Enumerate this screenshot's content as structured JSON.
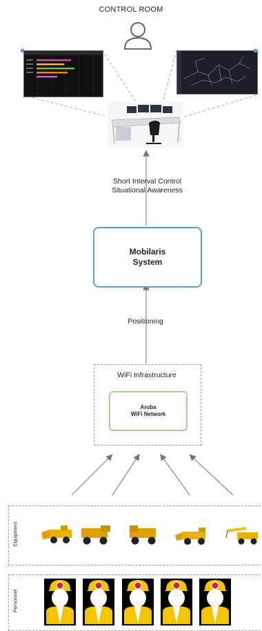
{
  "header": {
    "title": "CONTROL ROOM"
  },
  "control_room": {
    "caption_line1": "Short Interval Control",
    "caption_line2": "Situational Awareness"
  },
  "mobilaris": {
    "line1": "Mobilaris",
    "line2": "System"
  },
  "positioning": {
    "label": "Positioning"
  },
  "wifi": {
    "title": "WiFi Infrastructure",
    "aruba_line1": "Aruba",
    "aruba_line2": "WiFi Network"
  },
  "bands": {
    "equipment": "Equipment",
    "personnel": "Personnel"
  },
  "colors": {
    "mobilaris_border": "#5b9bd5",
    "aruba_border": "#a9d18e",
    "helmet": "#f5c400",
    "helmet_lamp": "#e02020"
  },
  "icons": [
    "user-icon",
    "dashboard-screen-icon",
    "map-screen-icon",
    "control-desk-icon",
    "mining-vehicle-icon",
    "miner-icon"
  ]
}
